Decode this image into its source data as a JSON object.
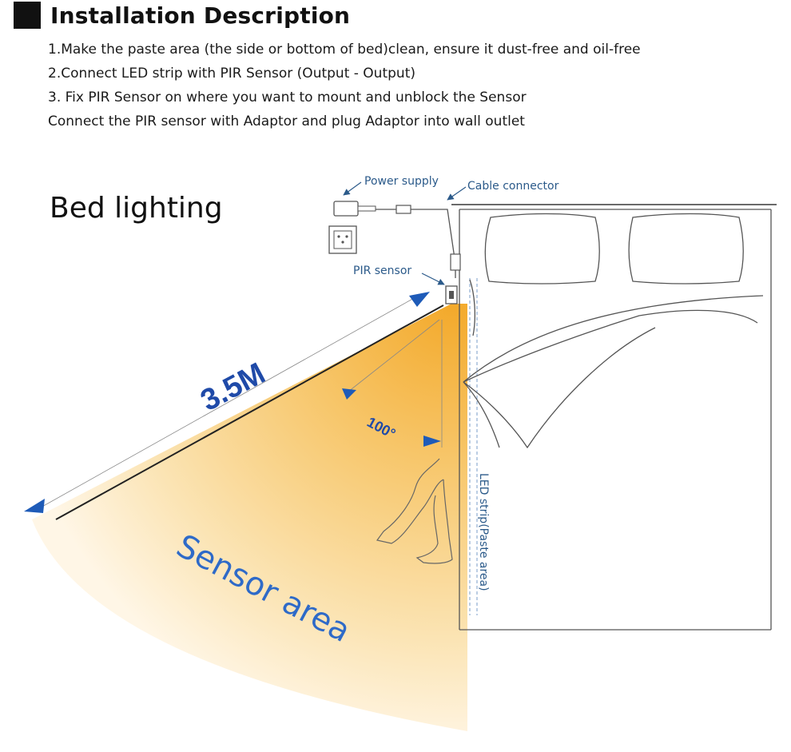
{
  "header": {
    "title": "Installation Description"
  },
  "steps": [
    "1.Make the paste area (the side or bottom of bed)clean, ensure it dust-free and oil-free",
    "2.Connect LED strip with PIR Sensor (Output - Output)",
    "3. Fix PIR Sensor on where you want to mount and unblock the Sensor",
    "Connect the PIR sensor with Adaptor and plug Adaptor into wall outlet"
  ],
  "diagram": {
    "title": "Bed lighting",
    "labels": {
      "power_supply": "Power supply",
      "cable_connector": "Cable connector",
      "pir_sensor": "PIR sensor",
      "distance": "3.5M",
      "angle": "100°",
      "sensor_area": "Sensor area",
      "led_strip": "LED strip(Paste area)"
    },
    "colors": {
      "beam": "#f5b540",
      "arrow": "#1e5bb8",
      "label_dark": "#1f4aa8",
      "label_light": "#2e6ac8",
      "line": "#555555"
    }
  }
}
